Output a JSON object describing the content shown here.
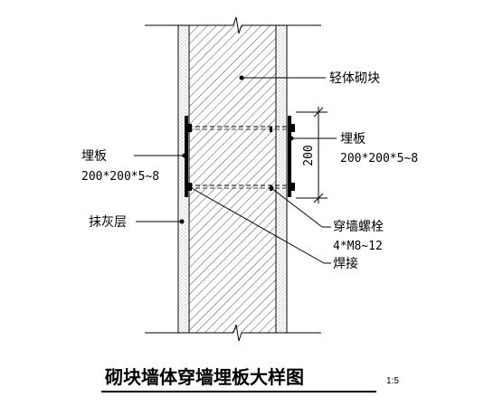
{
  "labels": {
    "block": "轻体砌块",
    "plate_right_name": "埋板",
    "plate_right_spec": "200*200*5~8",
    "plate_left_name": "埋板",
    "plate_left_spec": "200*200*5~8",
    "plaster": "抹灰层",
    "bolt_name": "穿墙螺栓",
    "bolt_spec": "4*M8~12",
    "weld": "焊接",
    "dimension": "200"
  },
  "title": "砌块墙体穿墙埋板大样图",
  "scale": "1:5"
}
